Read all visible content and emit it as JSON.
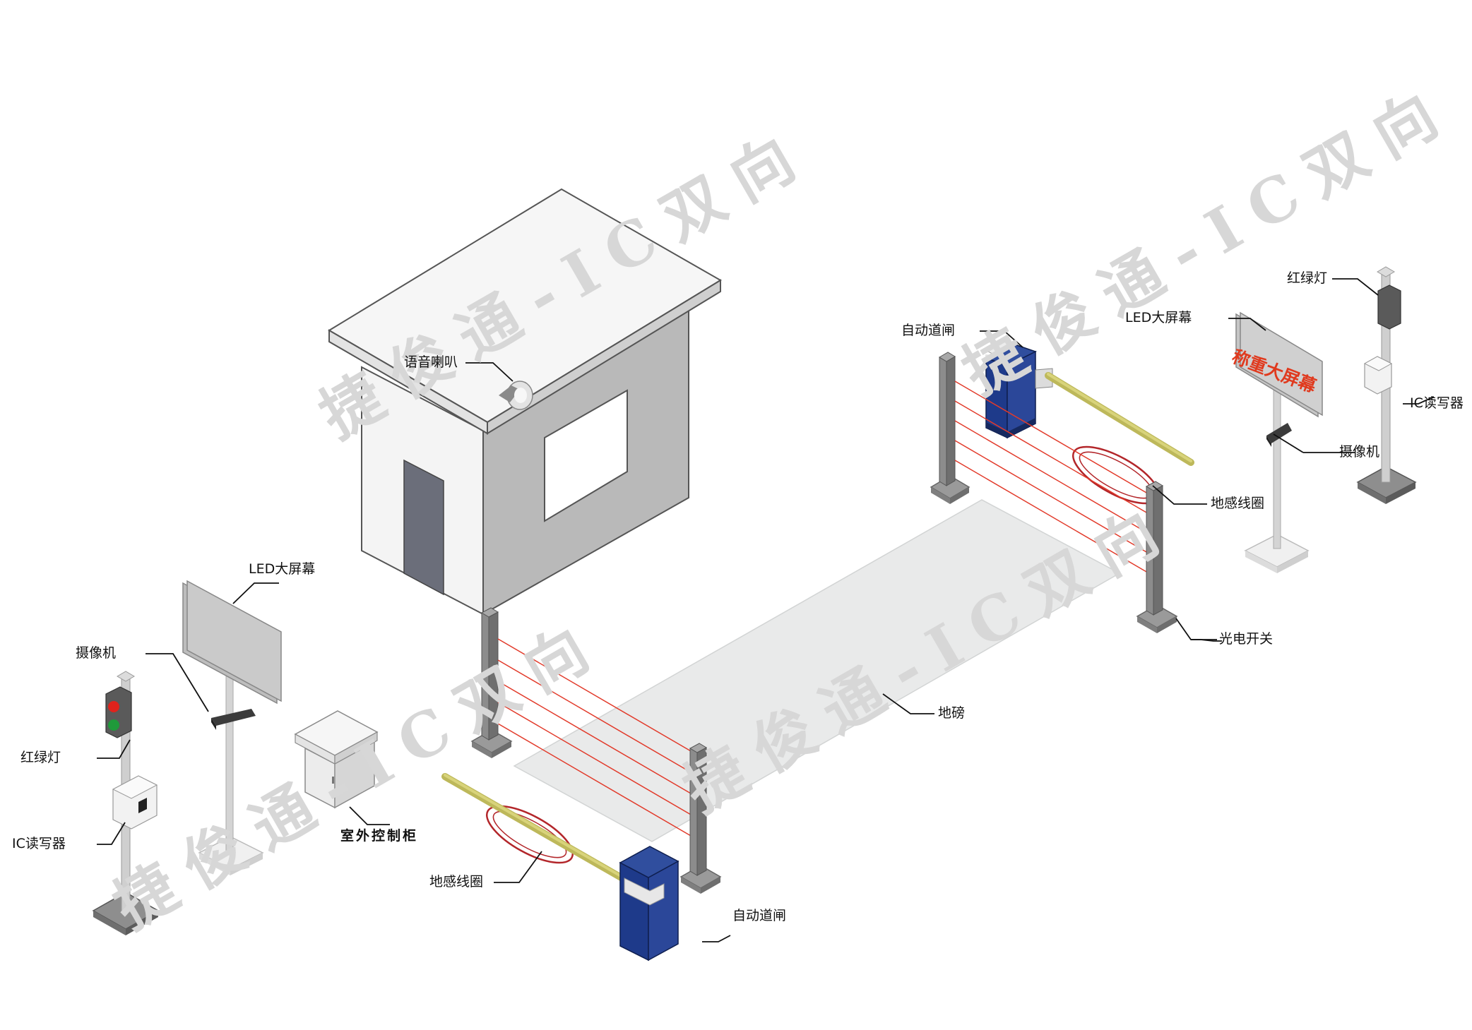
{
  "diagram": {
    "watermark": "捷俊通-IC双向",
    "screen_text": "称重大屏幕",
    "labels": {
      "speaker": "语音喇叭",
      "gate_right": "自动道闸",
      "traffic_light_right": "红绿灯",
      "led_screen_right": "LED大屏幕",
      "ic_reader_right": "IC读写器",
      "camera_right": "摄像机",
      "loop_right": "地感线圈",
      "led_screen_left": "LED大屏幕",
      "camera_left": "摄像机",
      "photo_switch": "光电开关",
      "scale": "地磅",
      "traffic_light_left": "红绿灯",
      "outdoor_cabinet": "室外控制柜",
      "ic_reader_left": "IC读写器",
      "loop_left": "地感线圈",
      "gate_left": "自动道闸"
    },
    "colors": {
      "gate_blue": "#1e3a8a",
      "beam_red": "#e23a2a",
      "barrier_yellow": "#c9c46a",
      "loop_red": "#b3262a",
      "signal_red": "#e0231c",
      "signal_green": "#1f9a3a",
      "booth_front": "#f4f4f4",
      "booth_side": "#b9b9b9",
      "door_gray": "#6b6e7a"
    }
  }
}
